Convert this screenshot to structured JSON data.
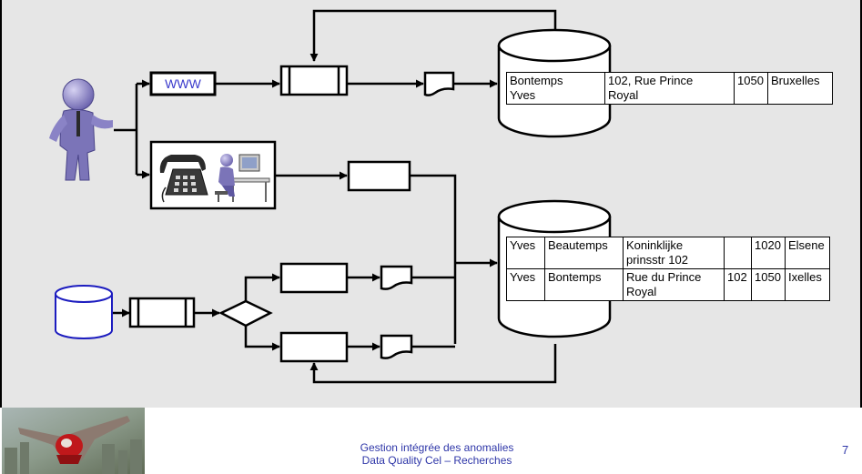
{
  "colors": {
    "background": "#e6e6e6",
    "line": "#000000",
    "person": "#7b74b8",
    "db_blue": "#1c1cbf",
    "footer_text": "#2e36a8"
  },
  "www_label": "WWW",
  "table_top": {
    "rows": [
      [
        "Bontemps\nYves",
        "102, Rue Prince\nRoyal",
        "1050",
        "Bruxelles"
      ]
    ]
  },
  "table_bottom": {
    "rows": [
      [
        "Yves",
        "Beautemps",
        "Koninklijke\nprinsstr 102",
        "",
        "1020",
        "Elsene"
      ],
      [
        "Yves",
        "Bontemps",
        "Rue du Prince\nRoyal",
        "102",
        "1050",
        "Ixelles"
      ]
    ]
  },
  "footer": {
    "line1": "Gestion intégrée des anomalies",
    "line2": "Data Quality Cel – Recherches"
  },
  "page_number": "7",
  "icons": [
    "person-icon",
    "telephone-icon",
    "operator-at-computer-icon",
    "database-icon",
    "skydiver-photo"
  ]
}
